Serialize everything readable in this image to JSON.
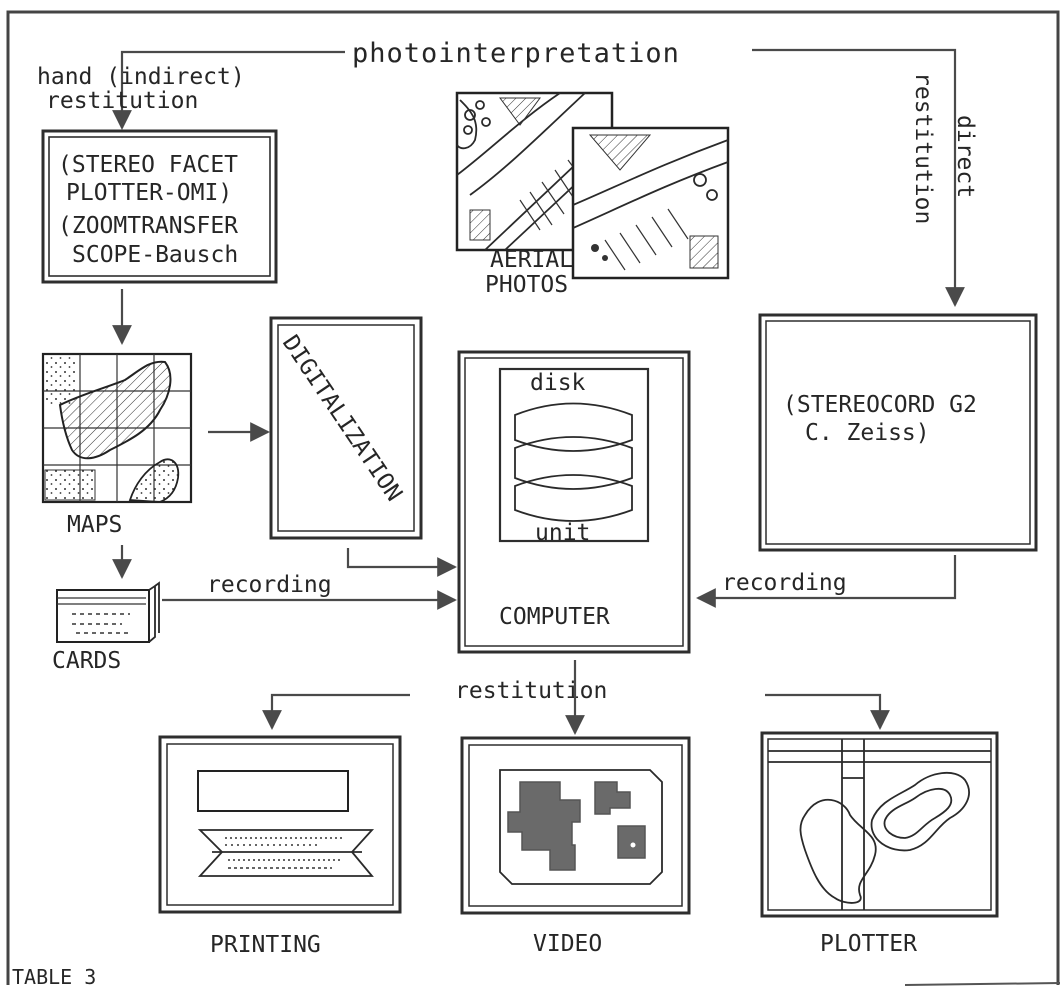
{
  "labels": {
    "photointerpretation": "photointerpretation",
    "hand_indirect": "hand (indirect)",
    "restitution_top": "restitution",
    "direct": "direct",
    "restitution_right": "restitution",
    "aerial": "AERIAL",
    "photos": "PHOTOS",
    "maps": "MAPS",
    "cards": "CARDS",
    "recording_left": "recording",
    "recording_right": "recording",
    "restitution_bottom": "restitution",
    "printing": "PRINTING",
    "video": "VIDEO",
    "plotter": "PLOTTER",
    "table": "TABLE 3"
  },
  "boxes": {
    "stereo_facet": [
      "(STEREO FACET",
      "PLOTTER-OMI)",
      "(ZOOMTRANSFER",
      "SCOPE-Bausch"
    ],
    "digitalization": "DIGITALIZATION",
    "computer": "COMPUTER",
    "disk": "disk",
    "unit": "unit",
    "stereocord": [
      "(STEREOCORD G2",
      "C. Zeiss)"
    ]
  }
}
